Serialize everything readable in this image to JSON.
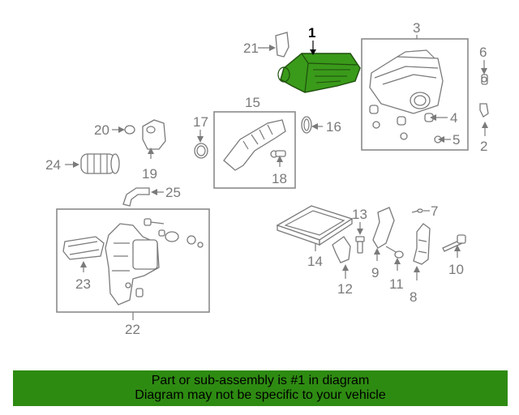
{
  "diagram": {
    "highlight_color": "#3a9a1a",
    "callouts": {
      "c1": "1",
      "c2": "2",
      "c3": "3",
      "c4": "4",
      "c5": "5",
      "c6": "6",
      "c7": "7",
      "c8": "8",
      "c9": "9",
      "c10": "10",
      "c11": "11",
      "c12": "12",
      "c13": "13",
      "c14": "14",
      "c15": "15",
      "c16": "16",
      "c17": "17",
      "c18": "18",
      "c19": "19",
      "c20": "20",
      "c21": "21",
      "c22": "22",
      "c23": "23",
      "c24": "24",
      "c25": "25"
    }
  },
  "banner": {
    "line1": "Part or sub-assembly is #1 in diagram",
    "line2": "Diagram may not be specific to your vehicle",
    "color": "#2e8b12"
  }
}
